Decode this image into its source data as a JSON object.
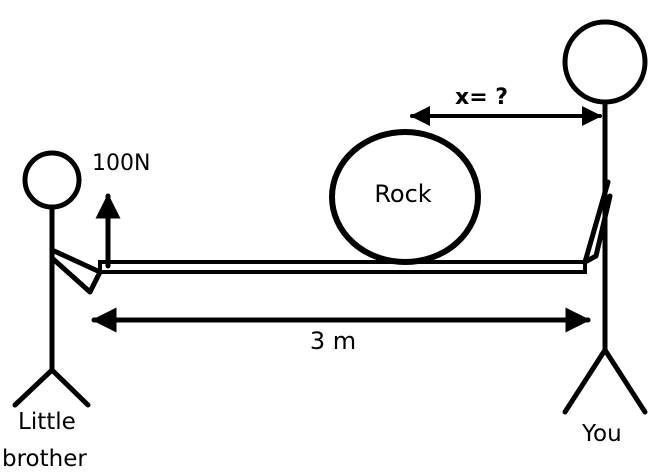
{
  "labels": {
    "force": "100N",
    "unknown_distance": "x= ?",
    "object": "Rock",
    "length": "3 m",
    "person_left_line1": "Little",
    "person_left_line2": "brother",
    "person_right": "You"
  },
  "colors": {
    "ink": "#000000",
    "background": "#ffffff"
  }
}
